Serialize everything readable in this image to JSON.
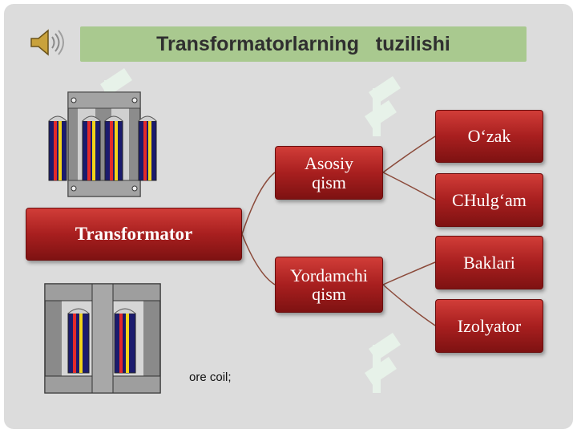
{
  "slide": {
    "title": "Transformatorlarning   tuzilishi",
    "caption": "ore coil;"
  },
  "diagram": {
    "root": "Transformator",
    "branches": [
      {
        "label": "Asosiy\nqism",
        "children": [
          "O‘zak",
          "CHulg‘am"
        ]
      },
      {
        "label": "Yordamchi\nqism",
        "children": [
          "Baklari",
          "Izolyator"
        ]
      }
    ]
  },
  "icons": {
    "speaker": "speaker-icon",
    "illustration_top": "transformer-core-top-illustration",
    "illustration_bottom": "transformer-core-bottom-illustration"
  },
  "colors": {
    "slide_bg": "#dcdcdc",
    "title_bar": "#a9c98f",
    "node_red": "#a81f1f",
    "connector": "#8b4a3a"
  }
}
